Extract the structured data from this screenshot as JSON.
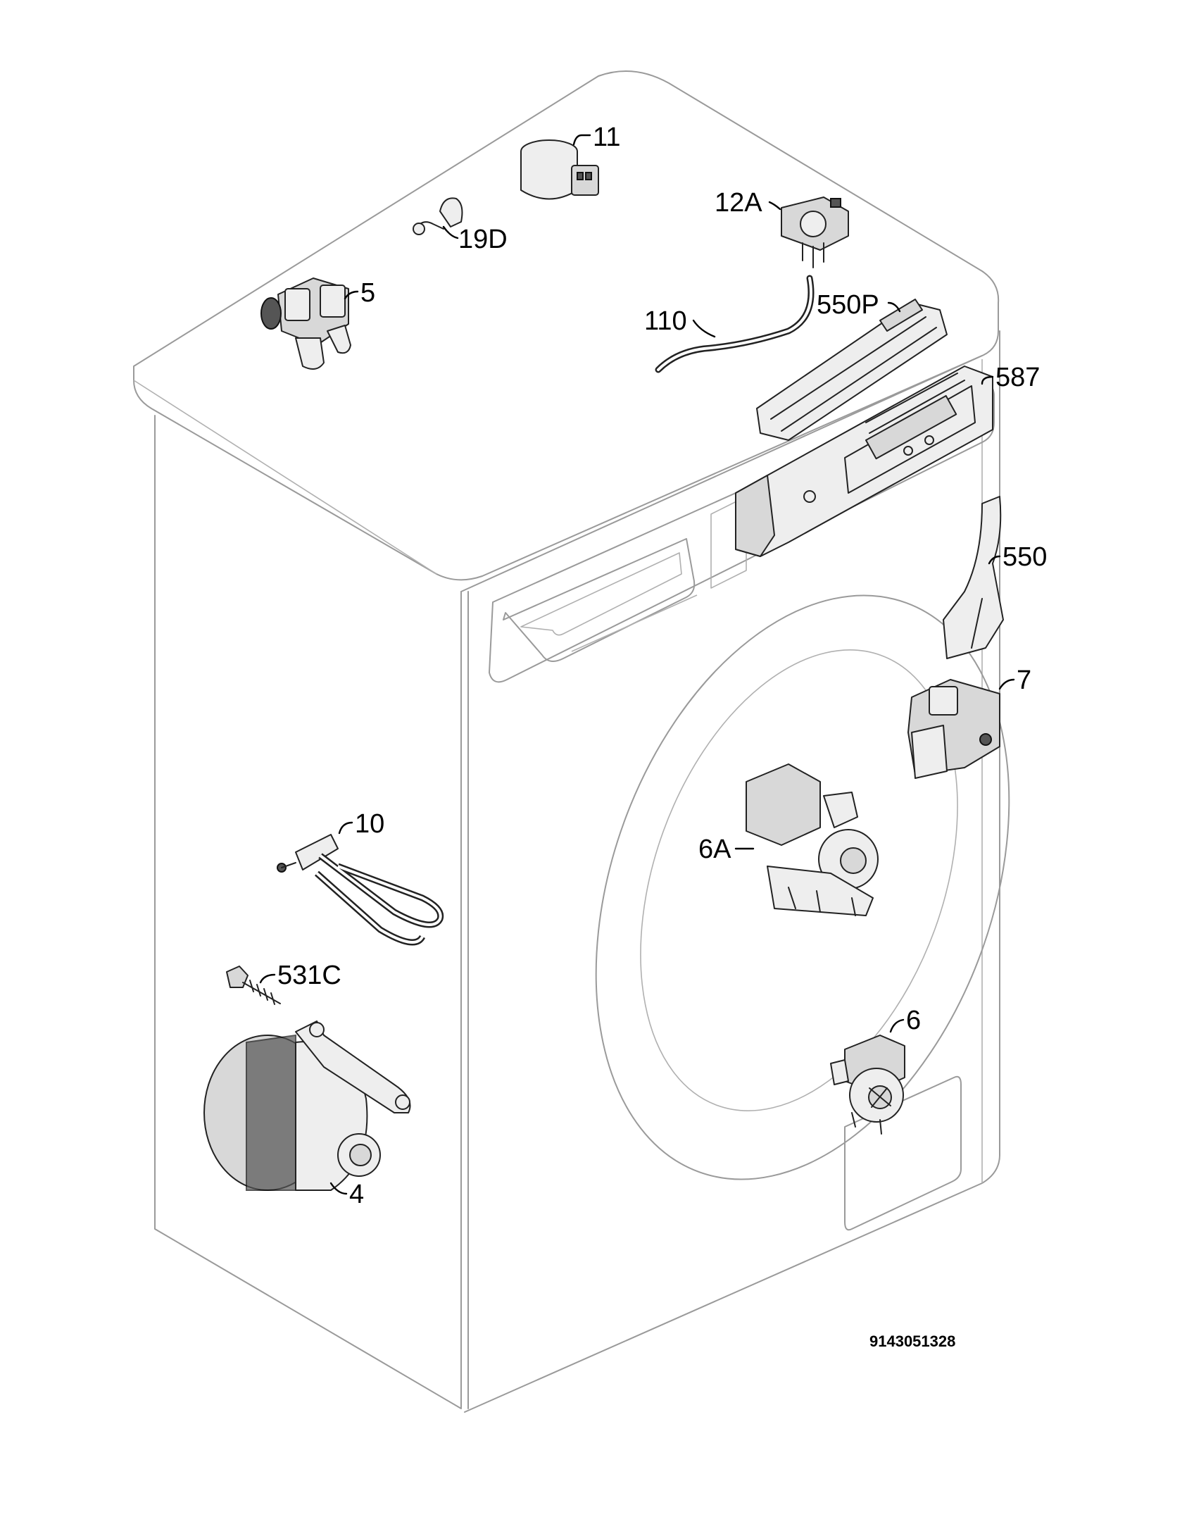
{
  "diagram": {
    "callouts": {
      "c11": "11",
      "c12A": "12A",
      "c19D": "19D",
      "c5": "5",
      "c110": "110",
      "c550P": "550P",
      "c587": "587",
      "c550": "550",
      "c7": "7",
      "c6A": "6A",
      "c10": "10",
      "c531C": "531C",
      "c6": "6",
      "c4": "4"
    },
    "document_number": "9143051328"
  }
}
